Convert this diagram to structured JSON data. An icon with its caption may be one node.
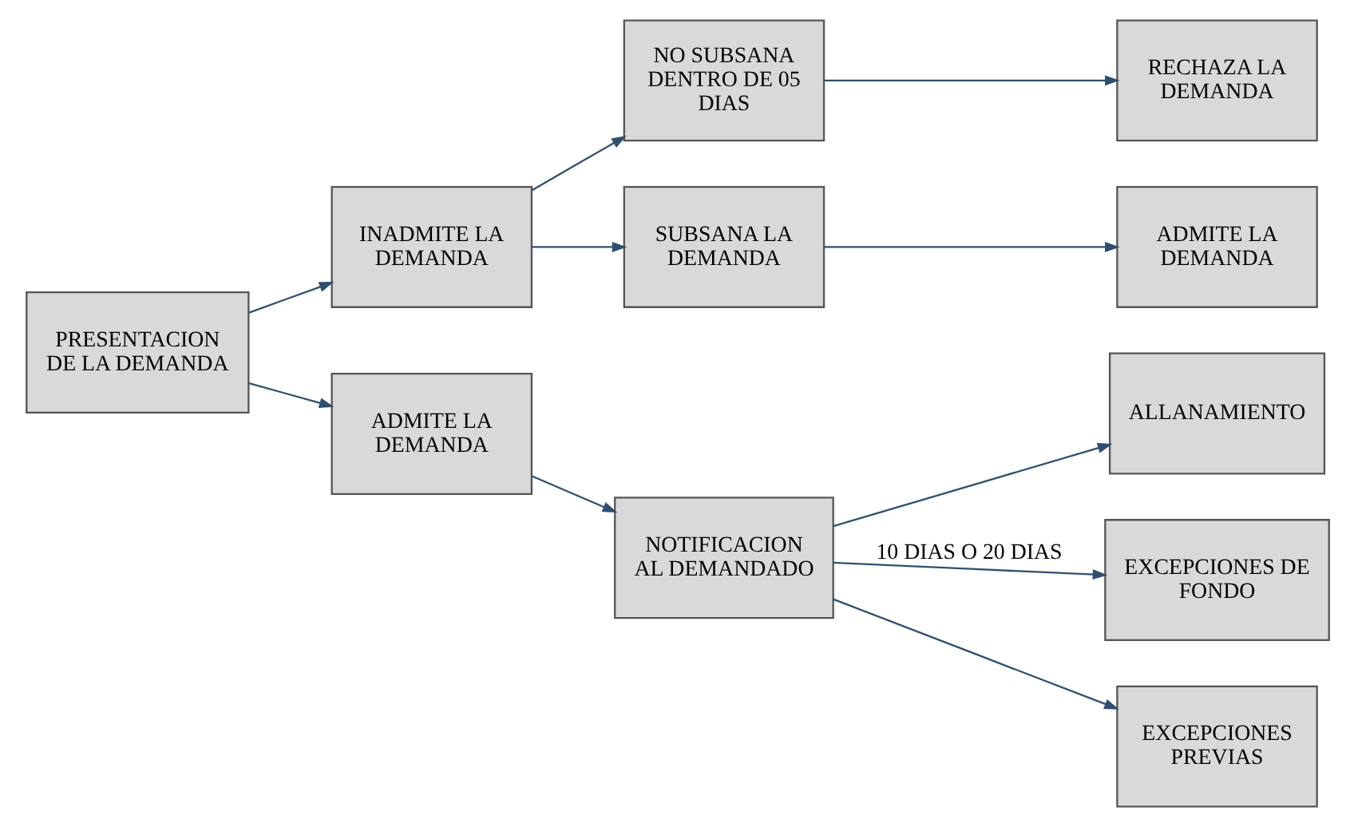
{
  "diagram": {
    "nodes": [
      {
        "text": [
          "PRESENTACION DE LA DEMANDA"
        ]
      },
      {
        "text": [
          "INADMITE LA DEMANDA"
        ]
      },
      {
        "text": [
          "NO SUBSANA DENTRO DE 05 DIAS"
        ]
      },
      {
        "text": [
          "RECHAZA LA DEMANDA"
        ]
      },
      {
        "text": [
          "SUBSANA LA DEMANDA"
        ]
      },
      {
        "text": [
          "ADMITE LA DEMANDA"
        ]
      },
      {
        "text": [
          "ADMITE LA DEMANDA"
        ]
      },
      {
        "text": [
          "NOTIFICACION AL DEMANDADO"
        ]
      },
      {
        "text": [
          "ALLANAMIENTO"
        ]
      },
      {
        "text": [
          "EXCEPCIONES DE FONDO"
        ]
      },
      {
        "text": [
          "EXCEPCIONES PREVIAS"
        ]
      }
    ],
    "edges": [
      {
        "from": 0,
        "to": 1,
        "arrow": "to"
      },
      {
        "from": 1,
        "to": 2,
        "arrow": "to"
      },
      {
        "from": 1,
        "to": 4,
        "arrow": "to"
      },
      {
        "from": 2,
        "to": 3,
        "arrow": "to"
      },
      {
        "from": 4,
        "to": 5,
        "arrow": "to"
      },
      {
        "from": 0,
        "to": 6,
        "arrow": "to"
      },
      {
        "from": 6,
        "to": 7,
        "arrow": "to"
      },
      {
        "from": 7,
        "to": 8,
        "arrow": "to"
      },
      {
        "from": 7,
        "to": 9,
        "arrow": "to",
        "label": "10 DIAS O 20 DIAS"
      },
      {
        "from": 7,
        "to": 10,
        "arrow": "to"
      }
    ]
  }
}
